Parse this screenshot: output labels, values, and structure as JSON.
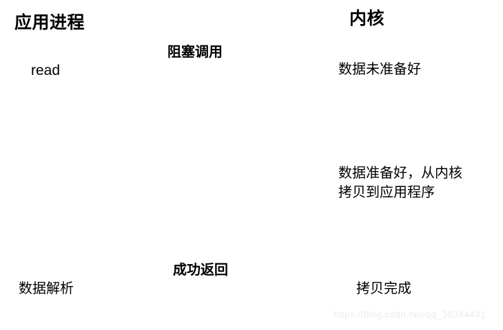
{
  "diagram": {
    "type": "blocking-io-sequence-diagram",
    "columns": [
      {
        "id": "application",
        "title": "应用进程"
      },
      {
        "id": "kernel",
        "title": "内核"
      }
    ],
    "nodes": {
      "read_call": "read",
      "data_not_ready": "数据未准备好",
      "data_ready_line1": "数据准备好，从内核",
      "data_ready_line2": "拷贝到应用程序",
      "copy_done": "拷贝完成",
      "data_parse": "数据解析"
    },
    "arrows": [
      {
        "id": "blocking-call-arrow",
        "caption": "阻塞调用",
        "direction": "right",
        "from": "application",
        "to": "kernel"
      },
      {
        "id": "kernel-wait-arrow",
        "caption": "",
        "direction": "down",
        "from": "data_not_ready",
        "to": "data_ready"
      },
      {
        "id": "kernel-copy-arrow",
        "caption": "",
        "direction": "down",
        "from": "data_ready",
        "to": "copy_done"
      },
      {
        "id": "success-return-arrow",
        "caption": "成功返回",
        "direction": "left",
        "from": "kernel",
        "to": "application"
      }
    ],
    "watermark": "https://blog.csdn.net/qq_36344441",
    "colors": {
      "stroke": "#000000",
      "background": "#ffffff",
      "text": "#000000",
      "watermark": "#ececec"
    }
  }
}
